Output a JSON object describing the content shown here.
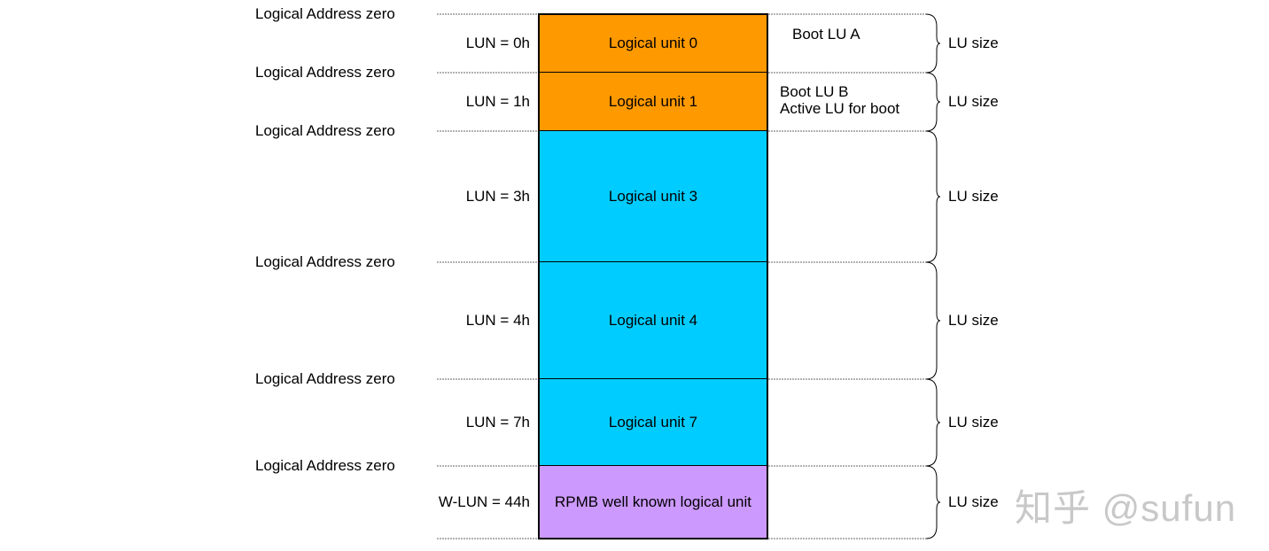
{
  "address_label": "Logical Address zero",
  "size_label": "LU size",
  "units": [
    {
      "lun": "LUN = 0h",
      "name": "Logical unit 0",
      "color": "#ff9900",
      "notes": [
        "Boot LU A"
      ]
    },
    {
      "lun": "LUN = 1h",
      "name": "Logical unit 1",
      "color": "#ff9900",
      "notes": [
        "Boot LU B",
        "Active LU for boot"
      ]
    },
    {
      "lun": "LUN = 3h",
      "name": "Logical unit 3",
      "color": "#00ccff",
      "notes": []
    },
    {
      "lun": "LUN = 4h",
      "name": "Logical unit 4",
      "color": "#00ccff",
      "notes": []
    },
    {
      "lun": "LUN = 7h",
      "name": "Logical unit 7",
      "color": "#00ccff",
      "notes": []
    },
    {
      "lun": "W-LUN = 44h",
      "name": "RPMB well known logical unit",
      "color": "#cc99ff",
      "notes": []
    }
  ],
  "watermark": "知乎 @sufun"
}
